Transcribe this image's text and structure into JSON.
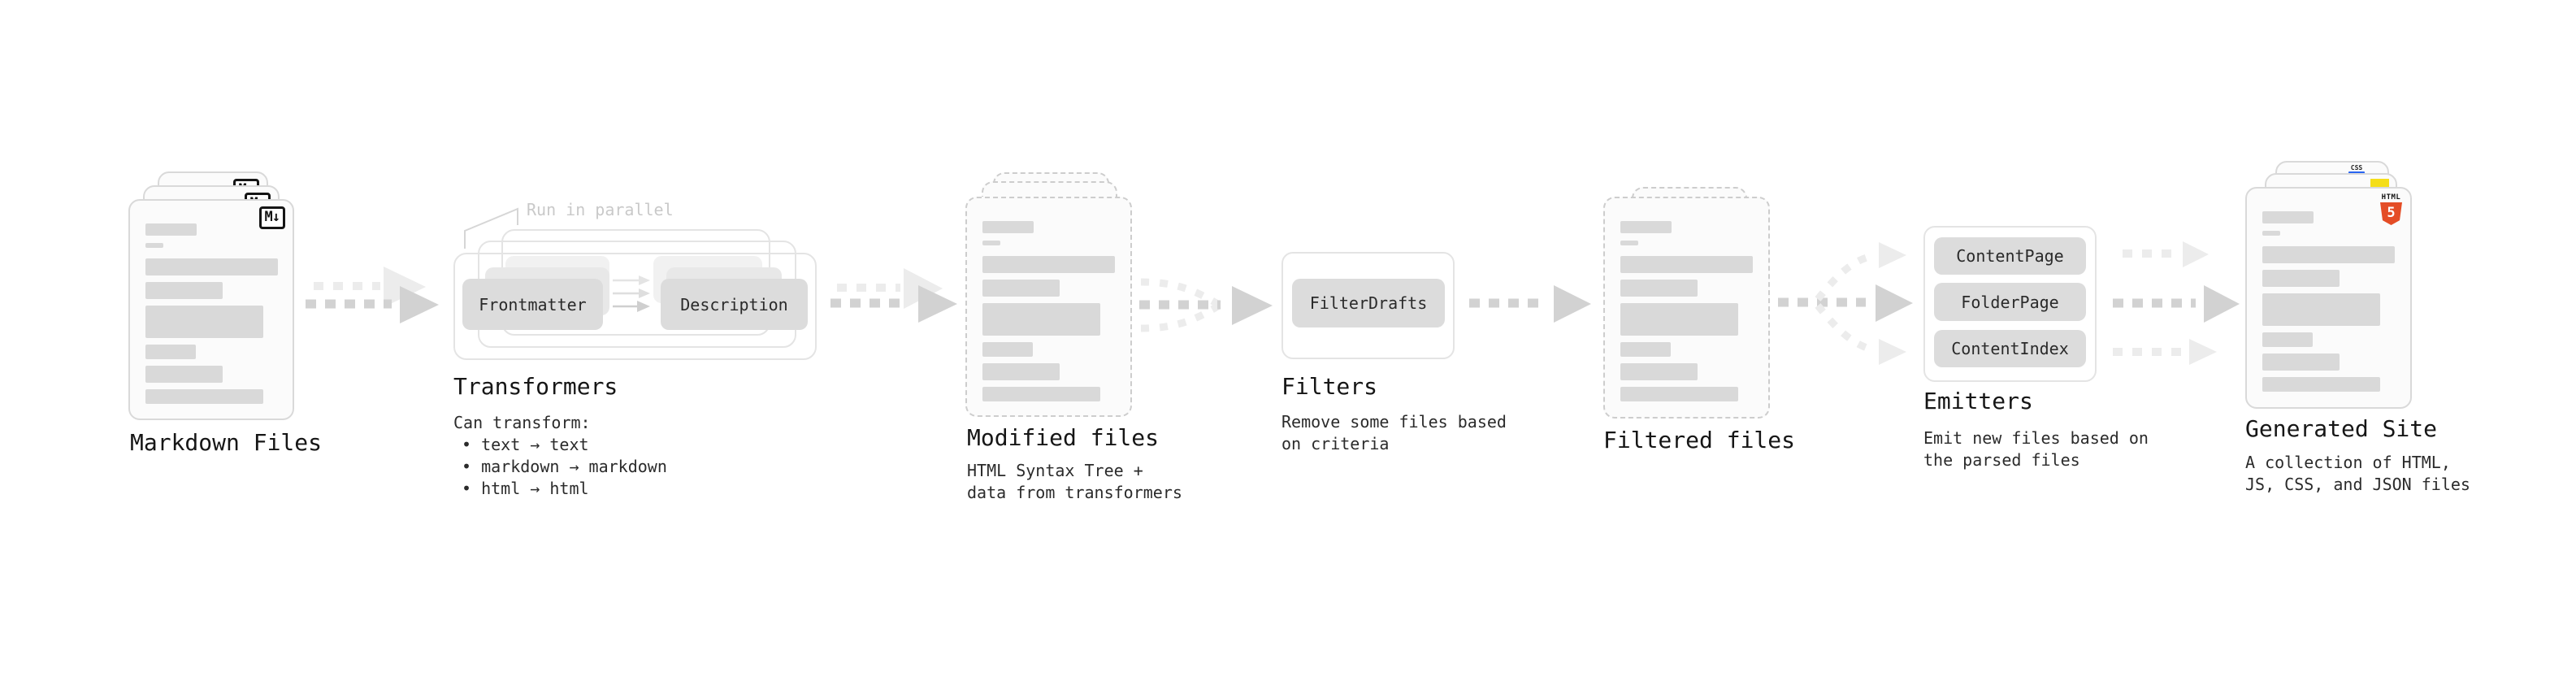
{
  "colors": {
    "doc_border": "#d9d9d9",
    "doc_dashed_border": "#cdcdcd",
    "content_bar": "#d9d9d9",
    "box_fill": "#dcdcdc",
    "arrow": "#d2d2d2",
    "arrow_light": "#ececec",
    "html5_orange": "#e44d26",
    "js_yellow": "#f5de19",
    "css_blue": "#2965f1"
  },
  "stages": {
    "markdown": {
      "title": "Markdown Files",
      "badge": "M↓"
    },
    "transformers": {
      "title": "Transformers",
      "note": "Run in parallel",
      "box_frontmatter": "Frontmatter",
      "box_description": "Description",
      "desc_heading": "Can transform:",
      "bullets": [
        "• text → text",
        "• markdown → markdown",
        "• html → html"
      ]
    },
    "modified": {
      "title": "Modified files",
      "desc_line1": "HTML Syntax Tree +",
      "desc_line2": "data from transformers"
    },
    "filters": {
      "title": "Filters",
      "box_filterdrafts": "FilterDrafts",
      "desc_line1": "Remove some files based",
      "desc_line2": "on criteria"
    },
    "filtered": {
      "title": "Filtered files"
    },
    "emitters": {
      "title": "Emitters",
      "box_contentpage": "ContentPage",
      "box_folderpage": "FolderPage",
      "box_contentindex": "ContentIndex",
      "desc_line1": "Emit new files based on",
      "desc_line2": "the parsed files"
    },
    "generated": {
      "title": "Generated Site",
      "desc_line1": "A collection of HTML,",
      "desc_line2": "JS, CSS, and JSON files",
      "badge_css": "CSS",
      "badge_html_label": "HTML",
      "badge_html_number": "5"
    }
  }
}
